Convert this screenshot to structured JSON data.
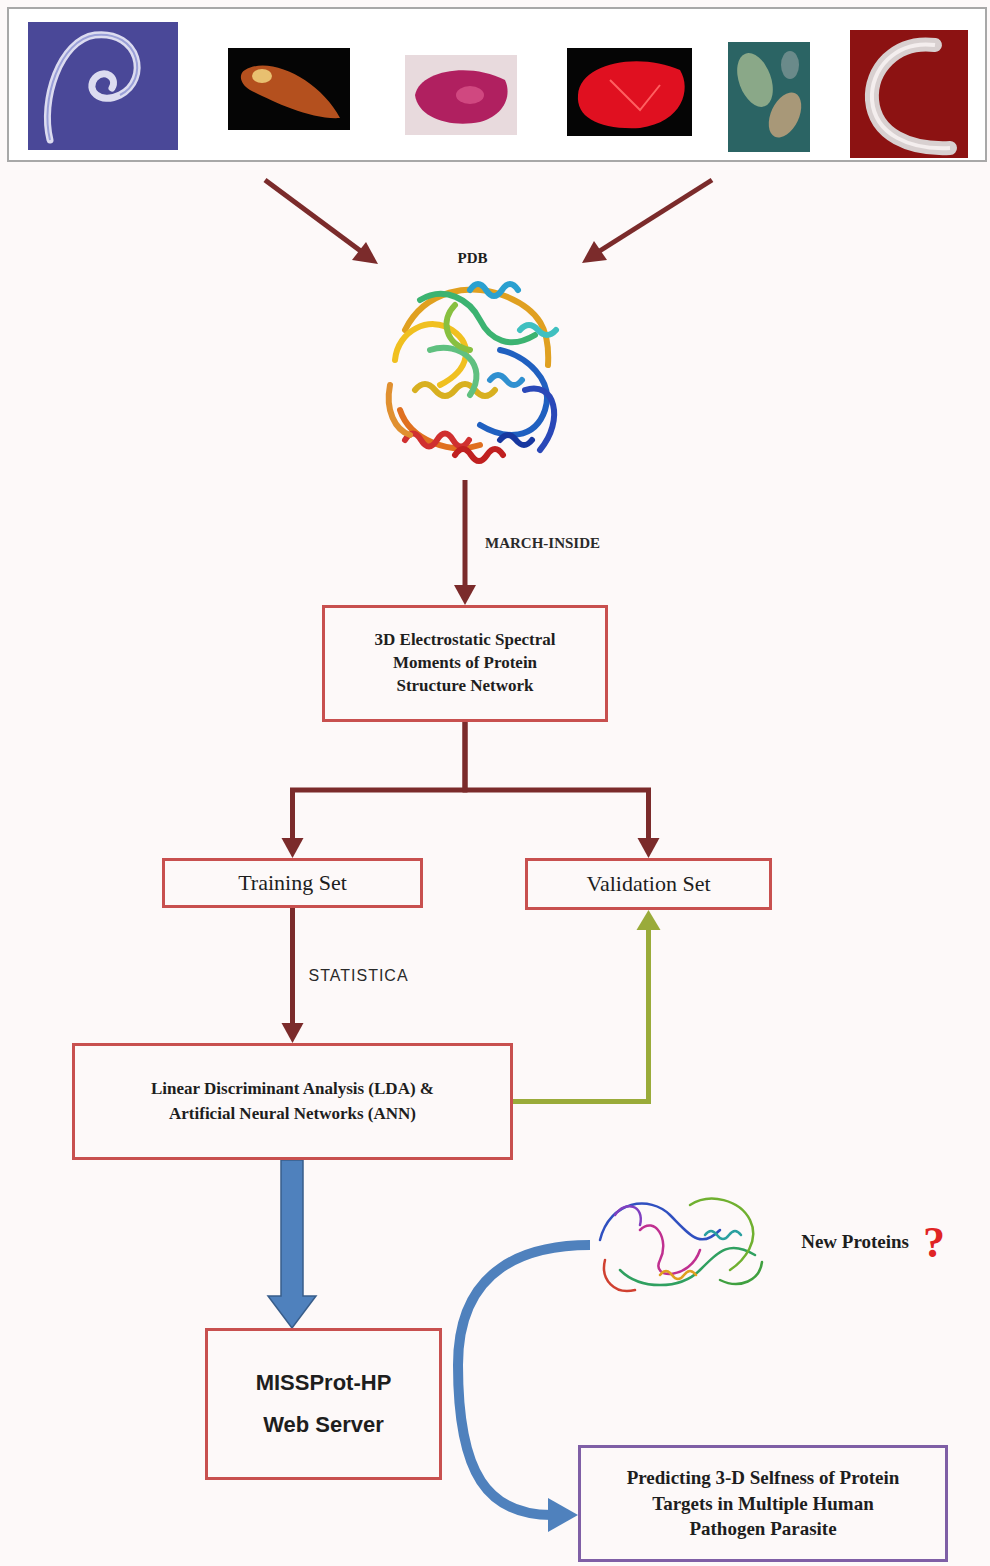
{
  "diagram": {
    "nodes": [
      {
        "text": [
          "PDB"
        ]
      },
      {
        "text": [
          "3D Electrostatic Spectral Moments of Protein Structure Network"
        ]
      },
      {
        "text": [
          "Training Set"
        ]
      },
      {
        "text": [
          "Validation Set"
        ]
      },
      {
        "text": [
          "Linear Discriminant Analysis (LDA) & Artificial Neural Networks (ANN)"
        ]
      },
      {
        "text": [
          "MISSProt-HP Web Server"
        ]
      },
      {
        "text": [
          "New Proteins",
          "?"
        ]
      },
      {
        "text": [
          "Predicting 3-D Selfness of Protein Targets in Multiple Human Pathogen Parasite"
        ]
      }
    ],
    "edges": [
      {
        "from": 0,
        "to": 1,
        "arrow": "to",
        "label": "MARCH-INSIDE"
      },
      {
        "from": 1,
        "to": 2,
        "arrow": "to"
      },
      {
        "from": 1,
        "to": 3,
        "arrow": "to"
      },
      {
        "from": 2,
        "to": 4,
        "arrow": "to",
        "label": "STATISTICA"
      },
      {
        "from": 4,
        "to": 3,
        "arrow": "to"
      },
      {
        "from": 4,
        "to": 5,
        "arrow": "to"
      },
      {
        "from": 6,
        "to": 7,
        "arrow": "to"
      }
    ]
  }
}
